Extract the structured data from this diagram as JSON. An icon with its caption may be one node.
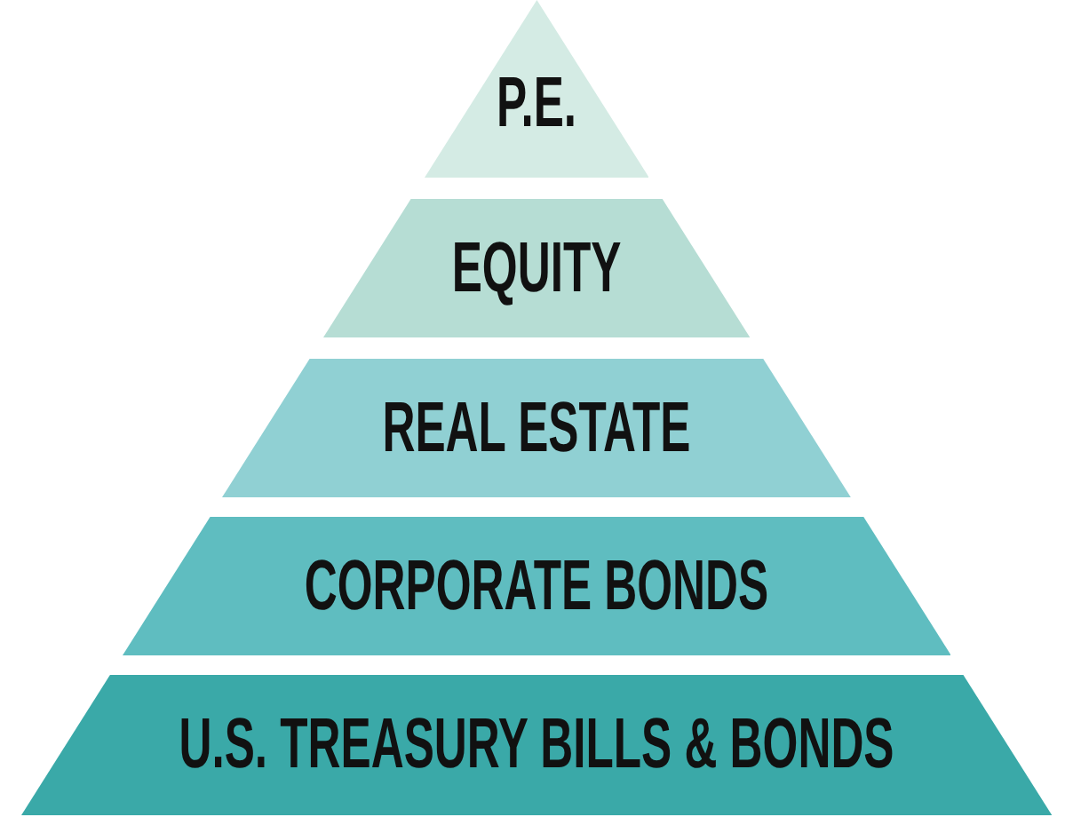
{
  "diagram": {
    "nodes": [
      {
        "text": [
          "P.E."
        ]
      },
      {
        "text": [
          "EQUITY"
        ]
      },
      {
        "text": [
          "REAL ESTATE"
        ]
      },
      {
        "text": [
          "CORPORATE BONDS"
        ]
      },
      {
        "text": [
          "U.S. TREASURY BILLS & BONDS"
        ]
      }
    ]
  }
}
